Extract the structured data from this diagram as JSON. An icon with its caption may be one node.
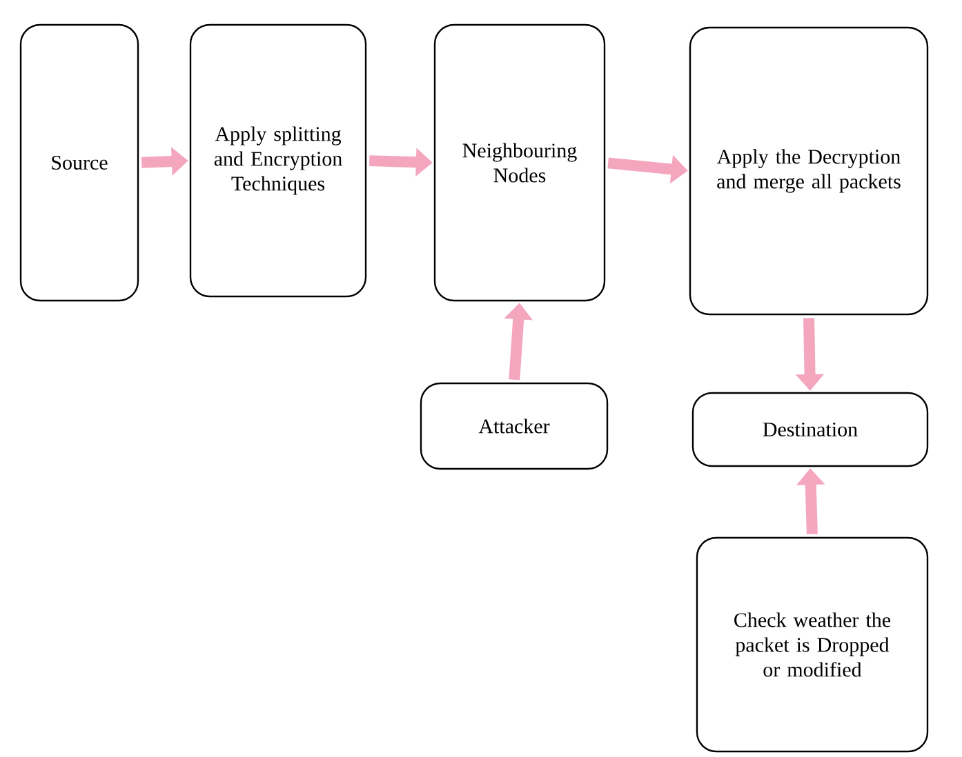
{
  "diagram": {
    "nodes": [
      {
        "text": [
          "Source"
        ]
      },
      {
        "text": [
          "Apply splitting and Encryption Techniques"
        ]
      },
      {
        "text": [
          "Neighbouring Nodes"
        ]
      },
      {
        "text": [
          "Apply the Decryption and merge all packets"
        ]
      },
      {
        "text": [
          "Attacker"
        ]
      },
      {
        "text": [
          "Destination"
        ]
      },
      {
        "text": [
          "Check weather the packet is Dropped or modified"
        ]
      }
    ],
    "edges": [
      {
        "from": 0,
        "to": 1,
        "arrow": "to"
      },
      {
        "from": 1,
        "to": 2,
        "arrow": "to"
      },
      {
        "from": 2,
        "to": 3,
        "arrow": "to"
      },
      {
        "from": 4,
        "to": 2,
        "arrow": "to"
      },
      {
        "from": 3,
        "to": 5,
        "arrow": "to"
      },
      {
        "from": 6,
        "to": 5,
        "arrow": "to"
      }
    ]
  }
}
